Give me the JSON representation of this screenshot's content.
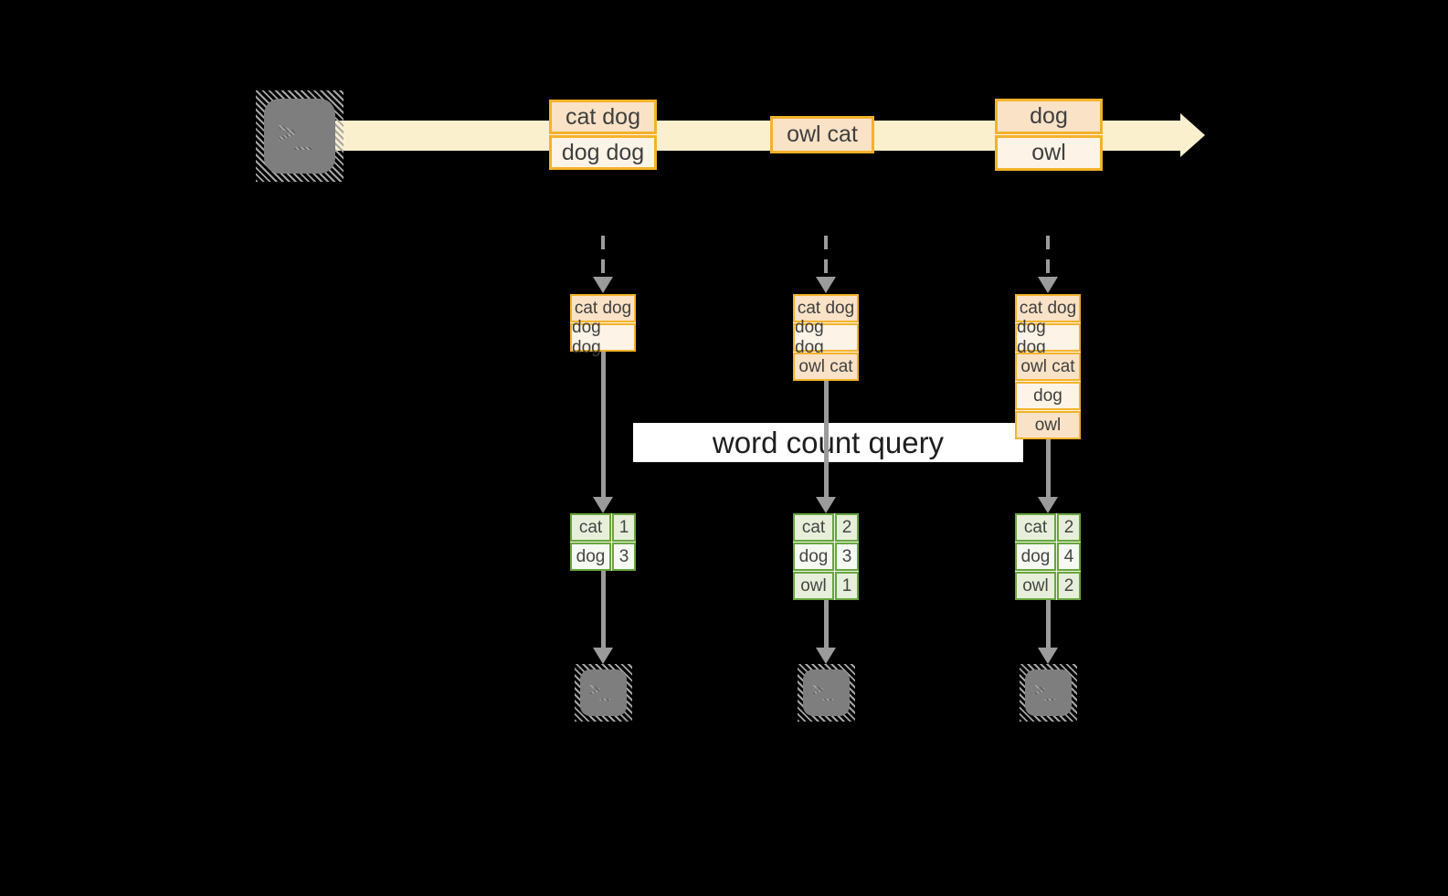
{
  "query": {
    "label": "word count query"
  },
  "icons": {
    "source": "terminal-icon",
    "sink": "terminal-icon",
    "terminal_glyph": ">_"
  },
  "stream": {
    "records": [
      {
        "lines": [
          "cat dog",
          "dog dog"
        ]
      },
      {
        "lines": [
          "owl cat"
        ]
      },
      {
        "lines": [
          "dog",
          "owl"
        ]
      }
    ]
  },
  "columns": [
    {
      "input_records": [
        "cat dog",
        "dog dog"
      ],
      "counts": [
        {
          "word": "cat",
          "count": "1"
        },
        {
          "word": "dog",
          "count": "3"
        }
      ]
    },
    {
      "input_records": [
        "cat dog",
        "dog dog",
        "owl cat"
      ],
      "counts": [
        {
          "word": "cat",
          "count": "2"
        },
        {
          "word": "dog",
          "count": "3"
        },
        {
          "word": "owl",
          "count": "1"
        }
      ]
    },
    {
      "input_records": [
        "cat dog",
        "dog dog",
        "owl cat",
        "dog",
        "owl"
      ],
      "counts": [
        {
          "word": "cat",
          "count": "2"
        },
        {
          "word": "dog",
          "count": "4"
        },
        {
          "word": "owl",
          "count": "2"
        }
      ]
    }
  ],
  "colors": {
    "background": "#000000",
    "stream_band": "#FAF0CE",
    "record_border": "#F3B229",
    "record_fill_dark": "#F9E2C6",
    "record_fill_light": "#FDF4E7",
    "table_border": "#67A63C",
    "table_fill_dark": "#E7EFDA",
    "table_fill_light": "#F6F9F1",
    "arrow_gray": "#9B9B9B",
    "terminal_gray": "#7F7F7F",
    "query_band_bg": "#FFFFFF",
    "text": "#3F3F3F"
  }
}
